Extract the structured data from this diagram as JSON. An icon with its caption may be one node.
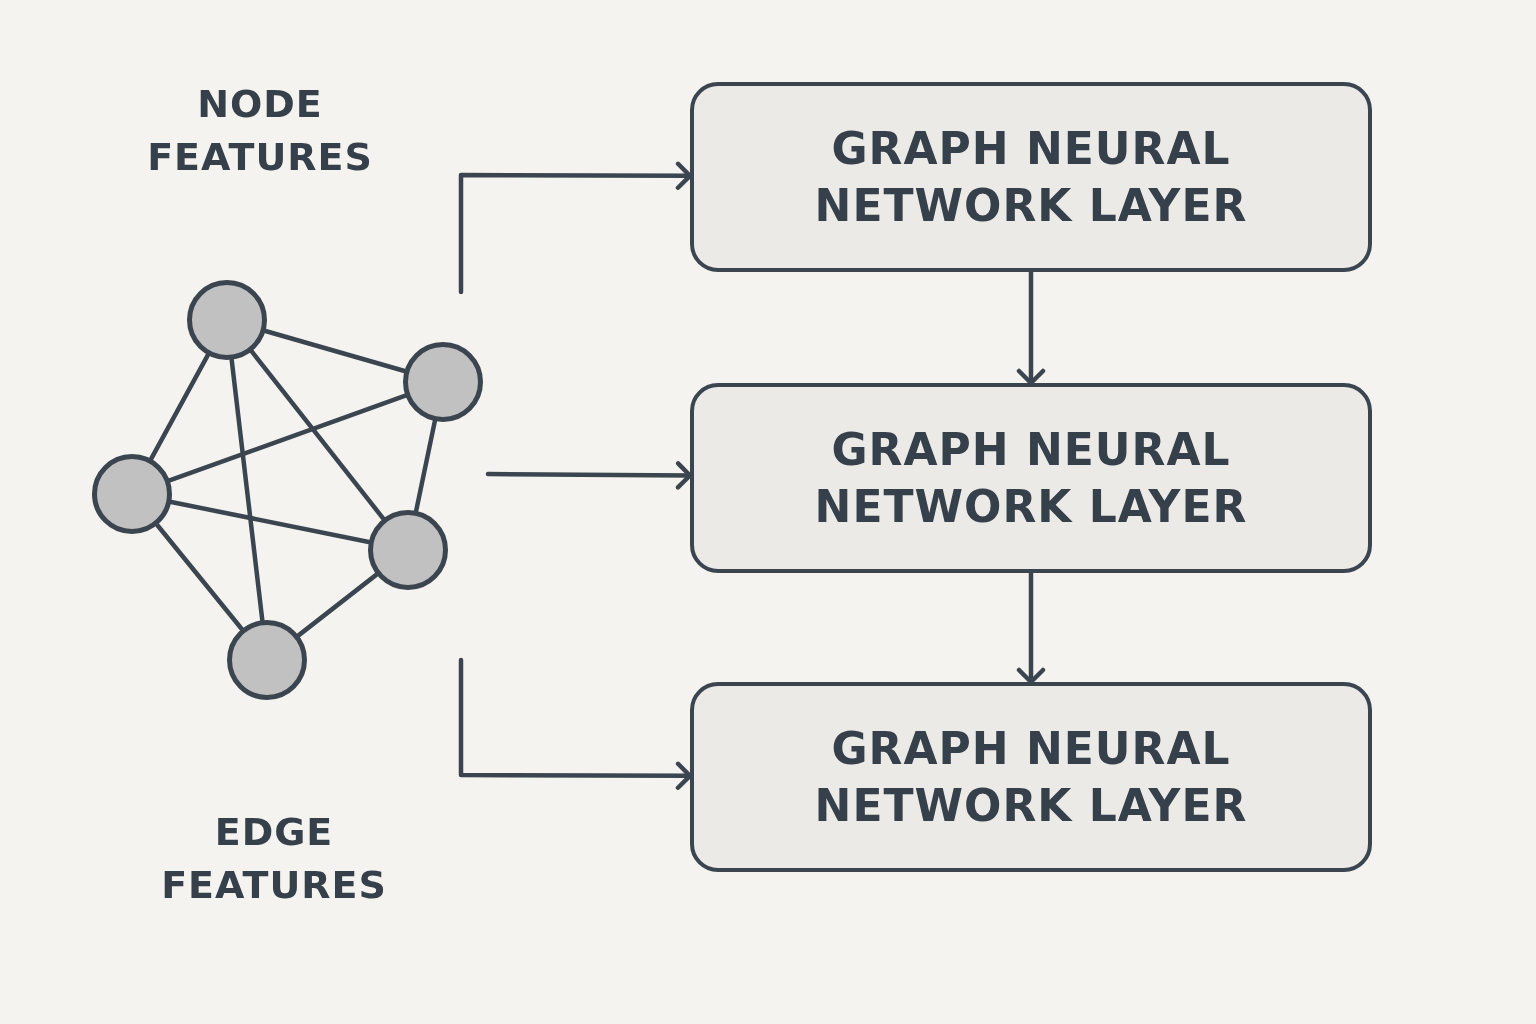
{
  "diagram": {
    "nodes": [
      {
        "text": [
          "GRAPH NEURAL NETWORK LAYER"
        ]
      },
      {
        "text": [
          "GRAPH NEURAL NETWORK LAYER"
        ]
      },
      {
        "text": [
          "GRAPH NEURAL NETWORK LAYER"
        ]
      },
      {
        "text": [],
        "shape": "circle"
      },
      {
        "text": [],
        "shape": "circle"
      },
      {
        "text": [],
        "shape": "circle"
      },
      {
        "text": [],
        "shape": "circle"
      },
      {
        "text": [],
        "shape": "circle"
      }
    ],
    "edges": [
      {
        "from": 0,
        "to": 1,
        "arrow": "to"
      },
      {
        "from": 1,
        "to": 2,
        "arrow": "to"
      },
      {
        "from": null,
        "to": 0,
        "arrow": "to"
      },
      {
        "from": null,
        "to": 1,
        "arrow": "to"
      },
      {
        "from": null,
        "to": 2,
        "arrow": "to"
      },
      {
        "from": 3,
        "to": 4,
        "arrow": "none"
      },
      {
        "from": 3,
        "to": 5,
        "arrow": "none"
      },
      {
        "from": 3,
        "to": 6,
        "arrow": "none"
      },
      {
        "from": 3,
        "to": 7,
        "arrow": "none"
      },
      {
        "from": 4,
        "to": 5,
        "arrow": "none"
      },
      {
        "from": 4,
        "to": 6,
        "arrow": "none"
      },
      {
        "from": 5,
        "to": 6,
        "arrow": "none"
      },
      {
        "from": 5,
        "to": 7,
        "arrow": "none"
      },
      {
        "from": 6,
        "to": 7,
        "arrow": "none"
      }
    ],
    "labels": [
      "NODE FEATURES",
      "EDGE FEATURES"
    ]
  }
}
